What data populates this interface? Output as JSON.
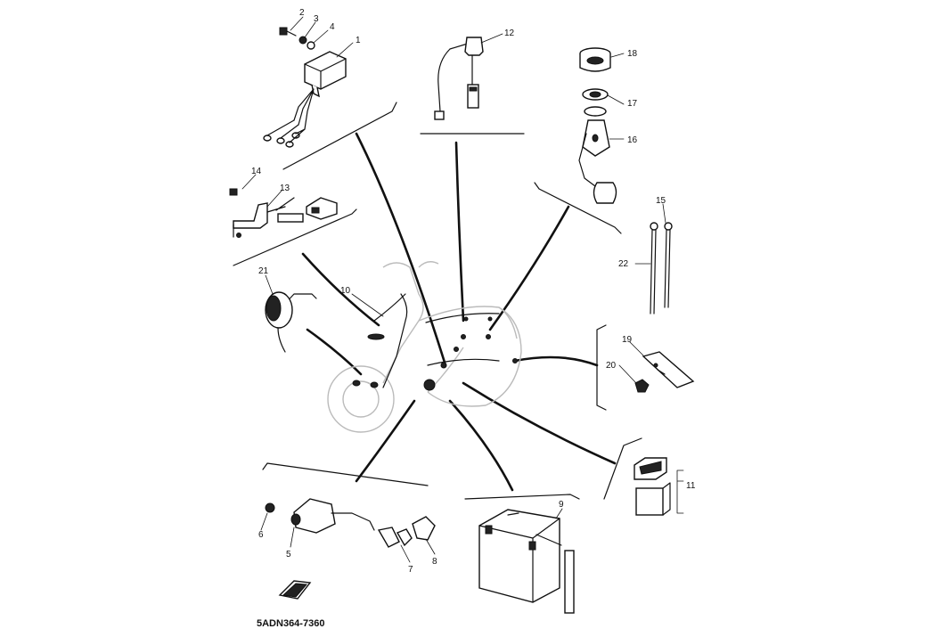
{
  "diagram": {
    "callouts": {
      "c1": "1",
      "c2": "2",
      "c3": "3",
      "c4": "4",
      "c5": "5",
      "c6": "6",
      "c7": "7",
      "c8": "8",
      "c9": "9",
      "c10": "10",
      "c11": "11",
      "c12": "12",
      "c13": "13",
      "c14": "14",
      "c15": "15",
      "c16": "16",
      "c17": "17",
      "c18": "18",
      "c19": "19",
      "c20": "20",
      "c21": "21",
      "c22": "22"
    },
    "drawing_code": "5ADN364-7360"
  }
}
